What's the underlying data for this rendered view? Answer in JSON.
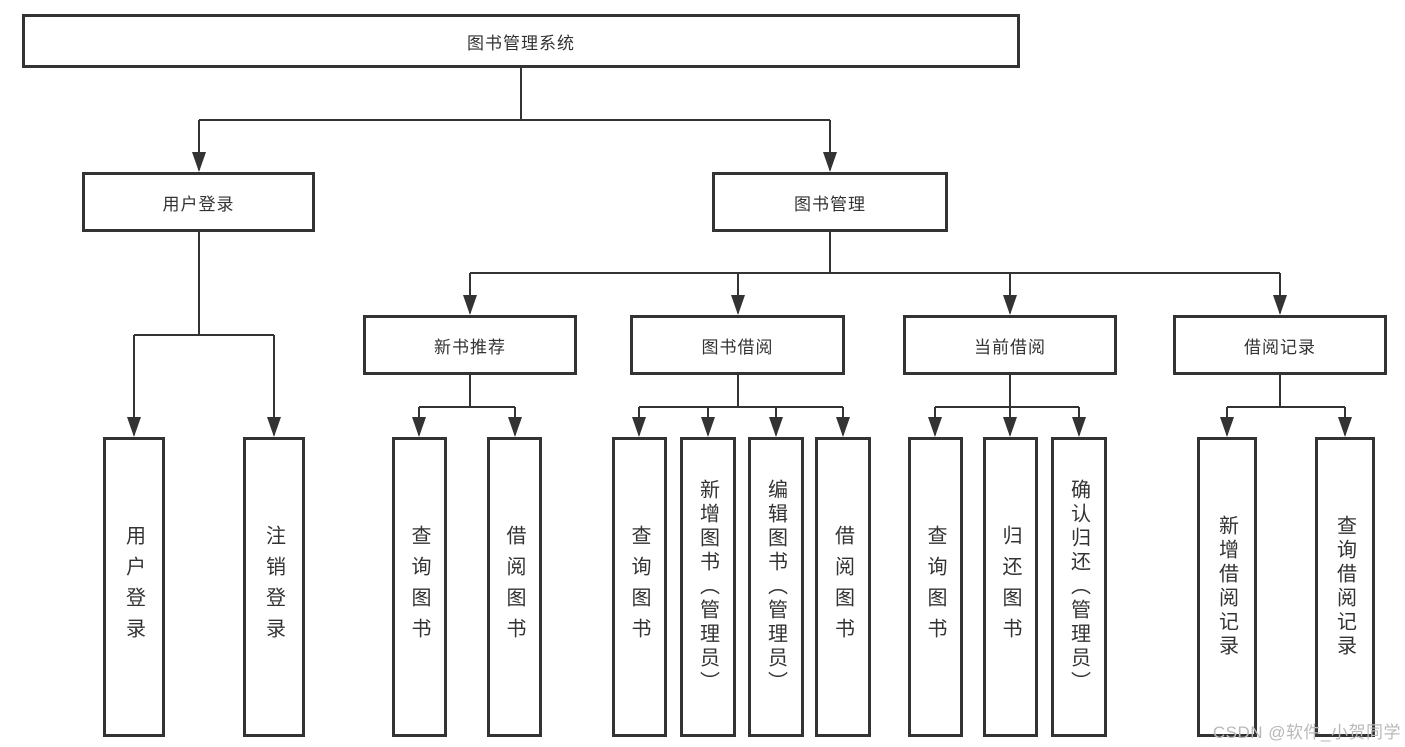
{
  "diagram": {
    "title": "图书管理系统",
    "type": "hierarchy-tree",
    "colors": {
      "line": "#333333",
      "text": "#333333",
      "background": "#ffffff",
      "watermark": "#b9b9b9"
    },
    "watermark": "CSDN @软件_小贺同学"
  },
  "nodes": {
    "root": {
      "label": "图书管理系统"
    },
    "user_login": {
      "label": "用户登录"
    },
    "book_mgmt": {
      "label": "图书管理"
    },
    "new_book_rec": {
      "label": "新书推荐"
    },
    "book_borrowing": {
      "label": "图书借阅"
    },
    "current_borrow": {
      "label": "当前借阅"
    },
    "borrow_records": {
      "label": "借阅记录"
    },
    "leaf_user_login": {
      "label": "用户登录"
    },
    "leaf_logout": {
      "label": "注销登录"
    },
    "leaf_query_book_1": {
      "label": "查询图书"
    },
    "leaf_borrow_book_1": {
      "label": "借阅图书"
    },
    "leaf_query_book_2": {
      "label": "查询图书"
    },
    "leaf_add_book": {
      "label": "新增图书（管理员）"
    },
    "leaf_edit_book": {
      "label": "编辑图书（管理员）"
    },
    "leaf_borrow_book_2": {
      "label": "借阅图书"
    },
    "leaf_query_book_3": {
      "label": "查询图书"
    },
    "leaf_return_book": {
      "label": "归还图书"
    },
    "leaf_confirm_return": {
      "label": "确认归还（管理员）"
    },
    "leaf_add_record": {
      "label": "新增借阅记录"
    },
    "leaf_query_record": {
      "label": "查询借阅记录"
    }
  },
  "tree": {
    "图书管理系统": {
      "用户登录": [
        "用户登录",
        "注销登录"
      ],
      "图书管理": {
        "新书推荐": [
          "查询图书",
          "借阅图书"
        ],
        "图书借阅": [
          "查询图书",
          "新增图书（管理员）",
          "编辑图书（管理员）",
          "借阅图书"
        ],
        "当前借阅": [
          "查询图书",
          "归还图书",
          "确认归还（管理员）"
        ],
        "借阅记录": [
          "新增借阅记录",
          "查询借阅记录"
        ]
      }
    }
  }
}
